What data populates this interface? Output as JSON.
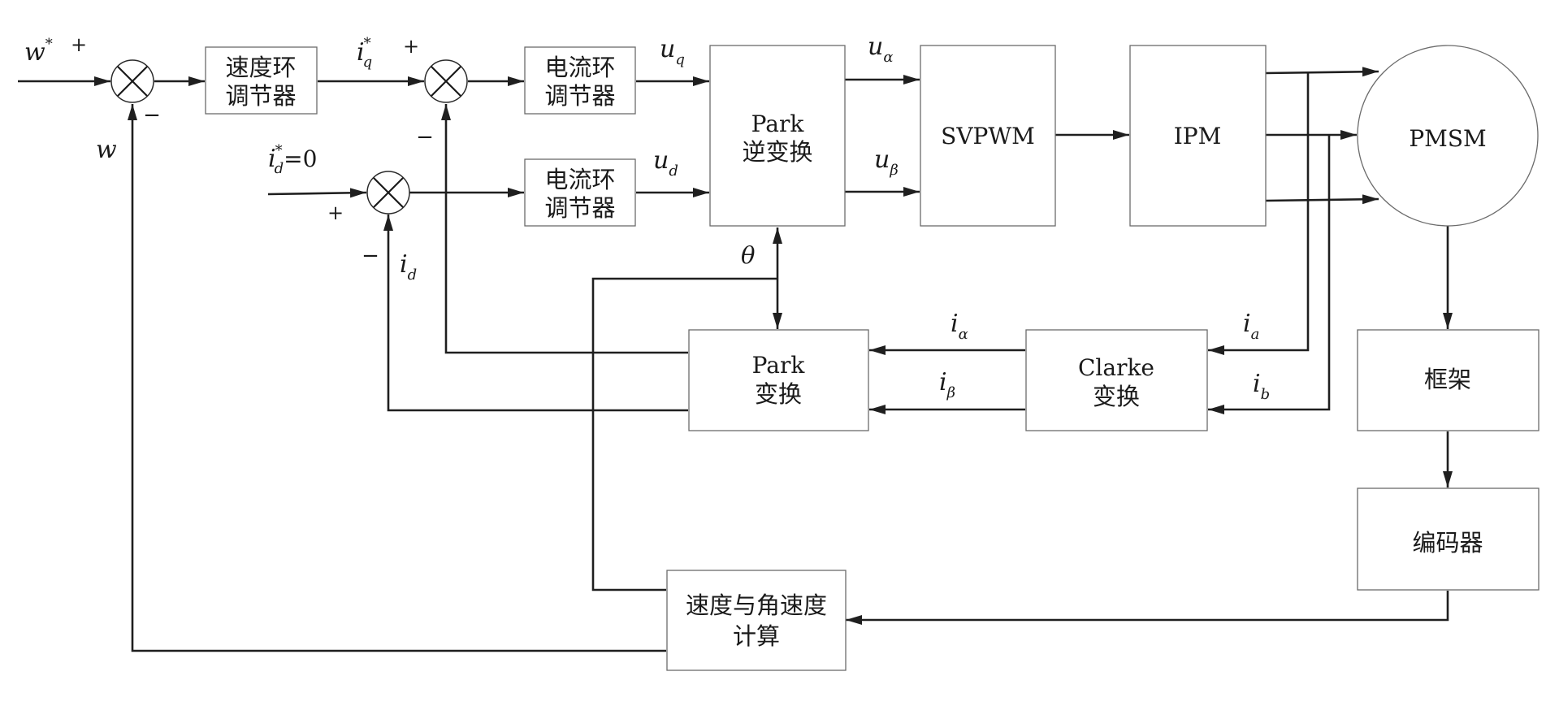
{
  "blocks": {
    "speed_loop": [
      "速度环",
      "调节器"
    ],
    "current_q": [
      "电流环",
      "调节器"
    ],
    "current_d": [
      "电流环",
      "调节器"
    ],
    "park_inverse": [
      "Park",
      "逆变换"
    ],
    "svpwm": "SVPWM",
    "ipm": "IPM",
    "pmsm": "PMSM",
    "park": [
      "Park",
      "变换"
    ],
    "clarke": [
      "Clarke",
      "变换"
    ],
    "frame": "框架",
    "encoder": "编码器",
    "speed_calc": [
      "速度与角速度",
      "计算"
    ]
  },
  "signals": {
    "w_ref": {
      "base": "w",
      "sup": "*"
    },
    "w": "w",
    "iq_ref": {
      "base": "i",
      "sub": "q",
      "sup": "*"
    },
    "id_ref": {
      "base": "i",
      "sub": "d",
      "sup": "*",
      "suffix": "=0"
    },
    "uq": {
      "base": "u",
      "sub": "q"
    },
    "ud": {
      "base": "u",
      "sub": "d"
    },
    "u_alpha": {
      "base": "u",
      "sub": "α"
    },
    "u_beta": {
      "base": "u",
      "sub": "β"
    },
    "theta": "θ",
    "id": {
      "base": "i",
      "sub": "d"
    },
    "i_alpha": {
      "base": "i",
      "sub": "α"
    },
    "i_beta": {
      "base": "i",
      "sub": "β"
    },
    "ia": {
      "base": "i",
      "sub": "a"
    },
    "ib": {
      "base": "i",
      "sub": "b"
    }
  },
  "signs": {
    "plus": "+",
    "minus": "−"
  }
}
